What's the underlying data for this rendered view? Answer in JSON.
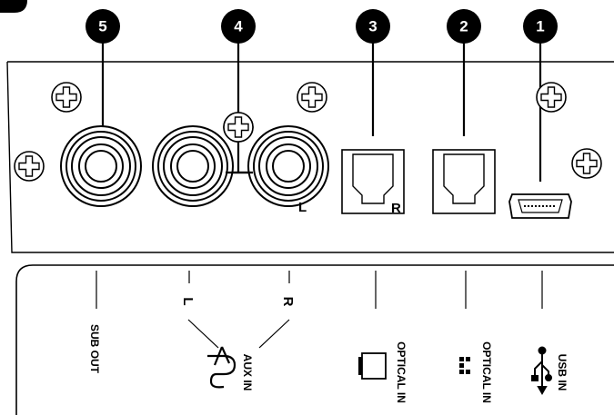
{
  "callouts": [
    {
      "number": "5",
      "port": "subwoofer-rca"
    },
    {
      "number": "4",
      "port": "aux-rca-pair"
    },
    {
      "number": "3",
      "port": "optical-1"
    },
    {
      "number": "2",
      "port": "optical-2"
    },
    {
      "number": "1",
      "port": "micro-usb"
    }
  ],
  "panel_marks": {
    "aux_left": "L",
    "optical_r": "R"
  },
  "label_strip": {
    "sub_out": "SUB OUT",
    "aux_in": "AUX IN",
    "aux_l": "L",
    "aux_r": "R",
    "optical_in_1": "OPTICAL IN",
    "optical_in_2": "OPTICAL IN",
    "usb_in": "USB IN"
  },
  "icons": [
    "screw-icon",
    "rca-jack-icon",
    "toslink-port-icon",
    "micro-usb-port-icon",
    "aux-cable-icon",
    "optical-square-icon",
    "optical-dots-icon",
    "usb-trident-icon"
  ],
  "colors": {
    "ink": "#000000",
    "paper": "#ffffff"
  }
}
